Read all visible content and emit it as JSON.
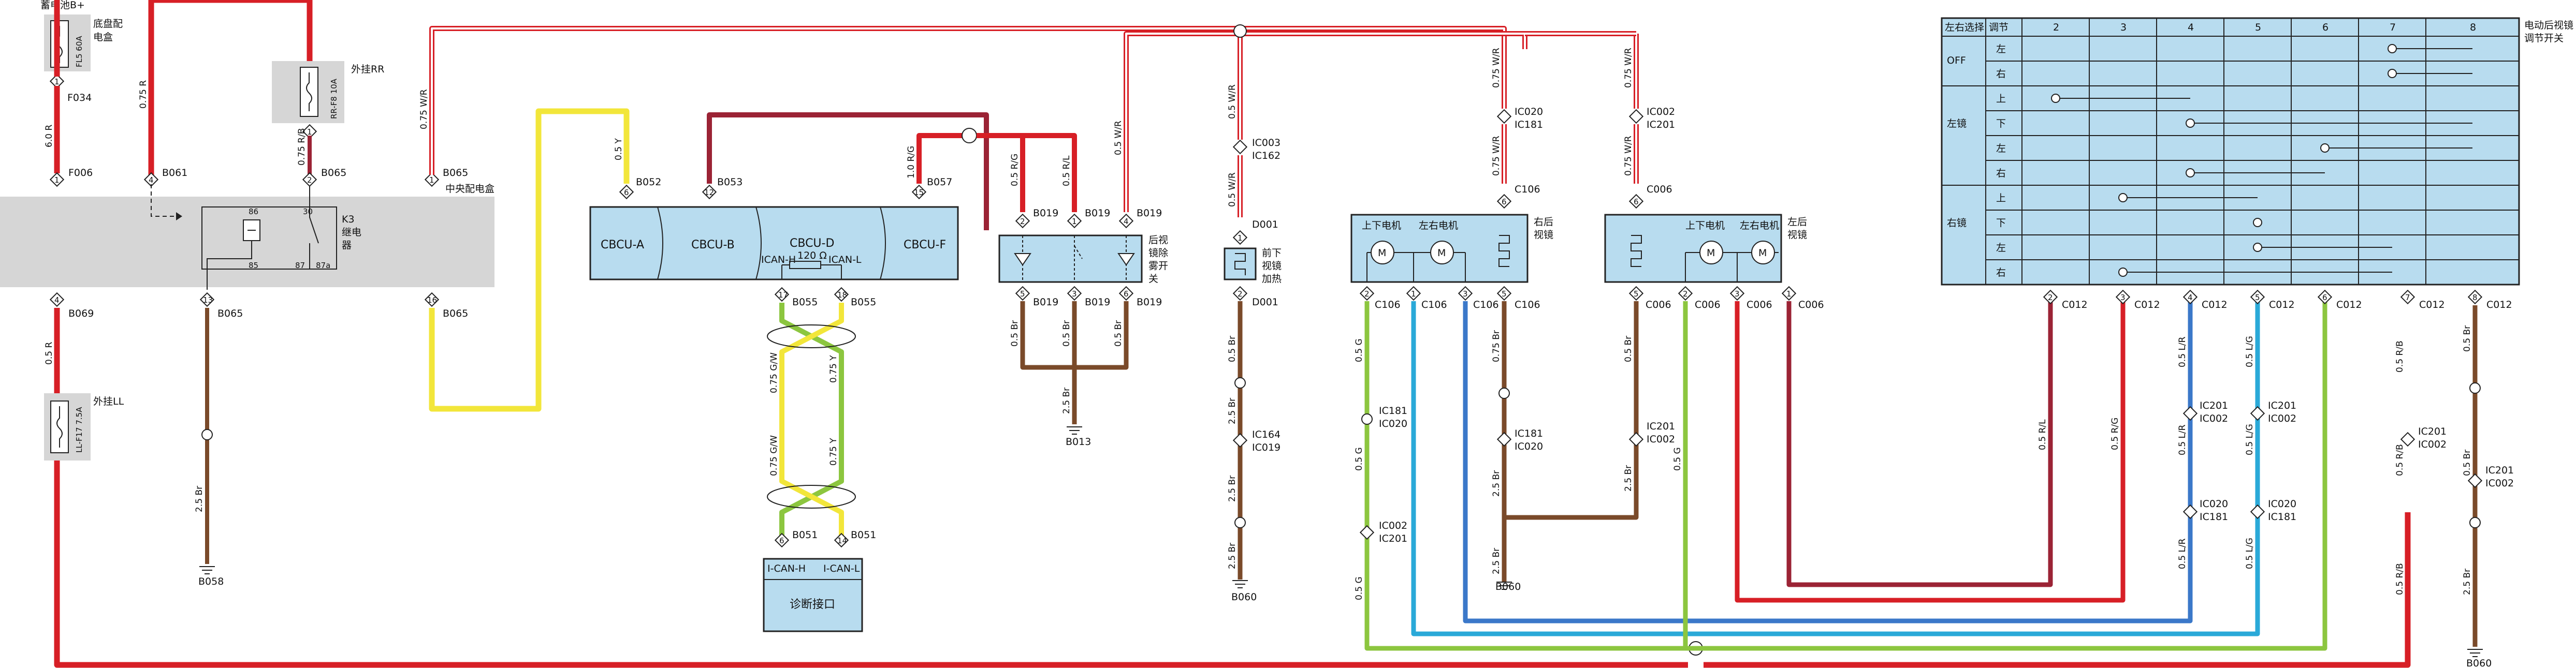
{
  "fuses": {
    "fl5": {
      "name": "FL5 60A",
      "top_label": "蓄电池B+",
      "box_label": "底盘配电盒",
      "conn_top": "1",
      "conn_bottom": "F034"
    },
    "rrf8": {
      "name": "RR-F8 10A",
      "box_label": "外挂RR",
      "conn": "1"
    },
    "llf17": {
      "name": "LL-F17 7.5A",
      "box_label": "外挂LL"
    }
  },
  "central_box": {
    "label": "中央配电盒",
    "relay": {
      "name": "K3",
      "type": "继电器",
      "pins": [
        "86",
        "30",
        "85",
        "87",
        "87a"
      ]
    }
  },
  "connectors": {
    "f006": "F006",
    "f006_pin": "1",
    "b061": "B061",
    "b061_pin": "4",
    "b065a": "B065",
    "b065a_pin": "2",
    "b065b": "B065",
    "b065b_pin": "1",
    "b069": "B069",
    "b069_pin": "4",
    "b065c": "B065",
    "b065c_pin": "13",
    "b065d": "B065",
    "b065d_pin": "16",
    "b058": "B058",
    "b052": "B052",
    "b052_pin": "6",
    "b053": "B053",
    "b053_pin": "12",
    "b057": "B057",
    "b057_pin": "15",
    "b055a": "B055",
    "b055a_pin": "17",
    "b055b": "B055",
    "b055b_pin": "18",
    "b051a": "B051",
    "b051a_pin": "6",
    "b051b": "B051",
    "b051b_pin": "14",
    "b019_1": "B019",
    "b019_1_pin": "2",
    "b019_2": "B019",
    "b019_2_pin": "1",
    "b019_3": "B019",
    "b019_3_pin": "4",
    "b019_4": "B019",
    "b019_4_pin": "5",
    "b019_5": "B019",
    "b019_5_pin": "3",
    "b019_6": "B019",
    "b019_6_pin": "6",
    "b013": "B013",
    "ic003": "IC003",
    "ic162": "IC162",
    "d001a": "D001",
    "d001a_pin": "1",
    "d001b": "D001",
    "d001b_pin": "2",
    "ic164": "IC164",
    "ic019": "IC019",
    "b060a": "B060",
    "ic020": "IC020",
    "ic181": "IC181",
    "c106": "C106",
    "c106_pin": "6",
    "ic002": "IC002",
    "ic201": "IC201",
    "c006": "C006",
    "c006_pin": "6",
    "b060b": "B060",
    "b060c": "B060",
    "c012": "C012"
  },
  "modules": {
    "cbcu_a": "CBCU-A",
    "cbcu_b": "CBCU-B",
    "cbcu_d": "CBCU-D",
    "cbcu_f": "CBCU-F",
    "ican_h": "ICAN-H",
    "ican_l": "ICAN-L",
    "resistor": "120 Ω",
    "diag": "诊断接口",
    "diag_h": "I-CAN-H",
    "diag_l": "I-CAN-L",
    "defog_switch": "后视镜除雾开关",
    "defog_lines": [
      "后视",
      "镜除",
      "雾开",
      "关"
    ],
    "heater": "前下视镜加热",
    "heater_lines": [
      "前下",
      "视镜",
      "加热"
    ],
    "right_mirror": "右后视镜",
    "right_mirror_lines": [
      "右后",
      "视镜"
    ],
    "left_mirror": "左后视镜",
    "left_mirror_lines": [
      "左后",
      "视镜"
    ],
    "mirror_motor_ud": "上下电机",
    "mirror_motor_lr": "左右电机",
    "switch_title": "电动后视镜调节开关",
    "switch_title_lines": [
      "电动后视镜",
      "调节开关"
    ]
  },
  "wire_specs": {
    "w1": "6.0 R",
    "w2": "0.75 R",
    "w3": "0.75 R/B",
    "w4": "0.75 W/R",
    "w5": "0.5 R",
    "w6": "2.5 Br",
    "w7": "0.5 Y",
    "w8": "0.5 W/R",
    "w9": "0.75 G/W",
    "w10": "0.75 Y",
    "w11": "1.0 R/G",
    "w12": "0.5 R/G",
    "w13": "0.5 R/L",
    "w14": "0.5 W/R",
    "w15": "0.5 Br",
    "w16": "2.5 Br",
    "w17": "0.5 W/R",
    "w18": "0.5 Br",
    "w19": "2.5 Br",
    "w20": "0.5 G",
    "w21": "0.75 Br",
    "w22": "0.5 Br",
    "w23": "0.5 G",
    "w24": "0.5 R/L",
    "w25": "0.5 R/G",
    "w26": "0.5 L/R",
    "w27": "0.5 L/G",
    "w28": "0.5 R/B",
    "w29": "0.5 Br",
    "w30": "2.5 Br",
    "w31": "0.5 Y",
    "w32": "0.75 W/R",
    "w33": "0.5 W/R"
  },
  "switch_table": {
    "headers": [
      "左右选择",
      "调节",
      "2",
      "3",
      "4",
      "5",
      "6",
      "7",
      "8"
    ],
    "rows": [
      {
        "group": "",
        "sub": "左"
      },
      {
        "group": "OFF",
        "sub": "右"
      },
      {
        "group": "",
        "sub": "上"
      },
      {
        "group": "左镜",
        "sub": "下"
      },
      {
        "group": "",
        "sub": "左"
      },
      {
        "group": "",
        "sub": "右"
      },
      {
        "group": "",
        "sub": "上"
      },
      {
        "group": "右镜",
        "sub": "下"
      },
      {
        "group": "",
        "sub": "左"
      },
      {
        "group": "",
        "sub": "右"
      }
    ],
    "pins": [
      "2",
      "3",
      "4",
      "5",
      "6",
      "7",
      "8"
    ]
  },
  "colors": {
    "red": "#d71f26",
    "dark_red": "#9b2335",
    "yellow": "#f2e63a",
    "brown": "#7a4a2a",
    "green": "#8cc63f",
    "blue": "#3b78c9",
    "cyan": "#2aa9d8",
    "white": "#ffffff",
    "box_fill": "#b8dcef"
  }
}
